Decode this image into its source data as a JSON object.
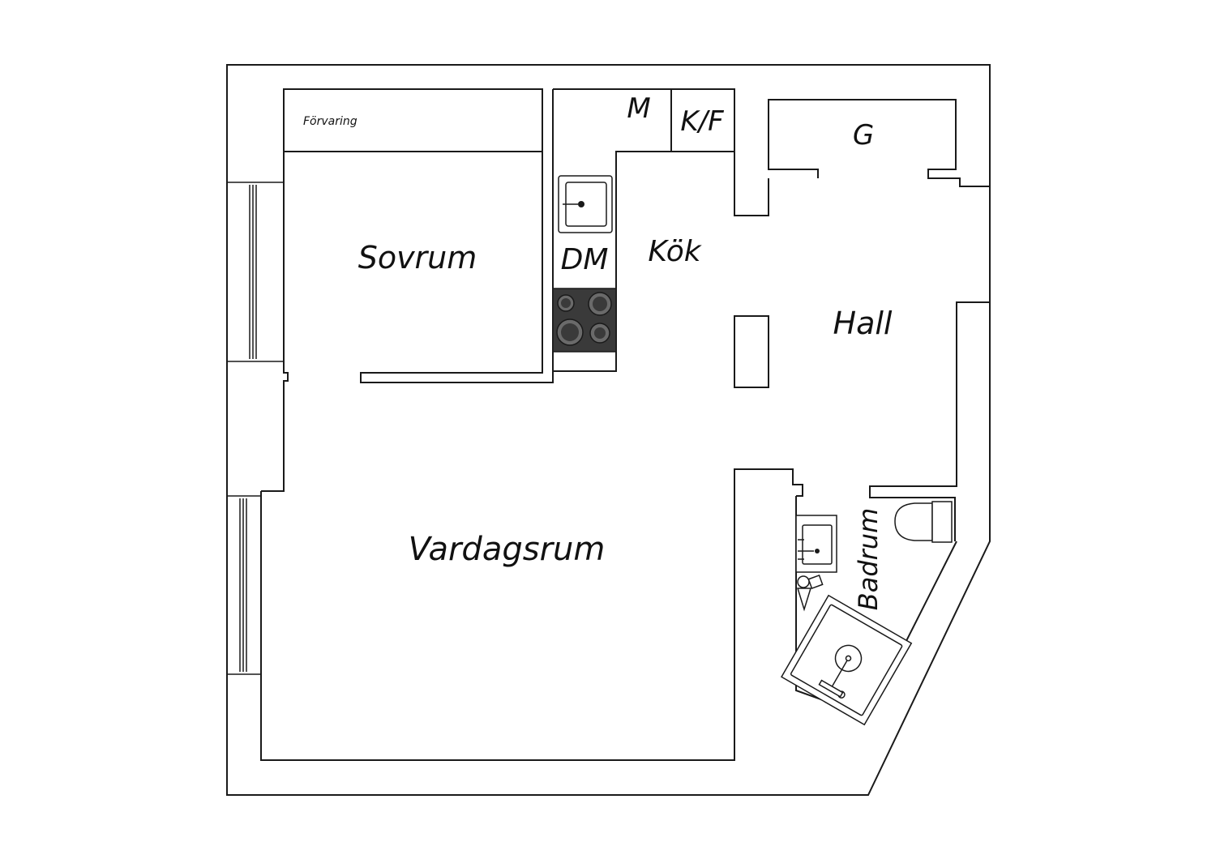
{
  "colors": {
    "line": "#1a1a1a",
    "background": "#ffffff",
    "stove_top": "#3a3a3a",
    "burner": "#6a6a6a"
  },
  "rooms": {
    "storage": "Förvaring",
    "bedroom": "Sovrum",
    "dishwasher": "DM",
    "kitchen": "Kök",
    "microwave": "M",
    "fridge_freezer": "K/F",
    "wardrobe": "G",
    "hall": "Hall",
    "living_room": "Vardagsrum",
    "bathroom": "Badrum"
  }
}
